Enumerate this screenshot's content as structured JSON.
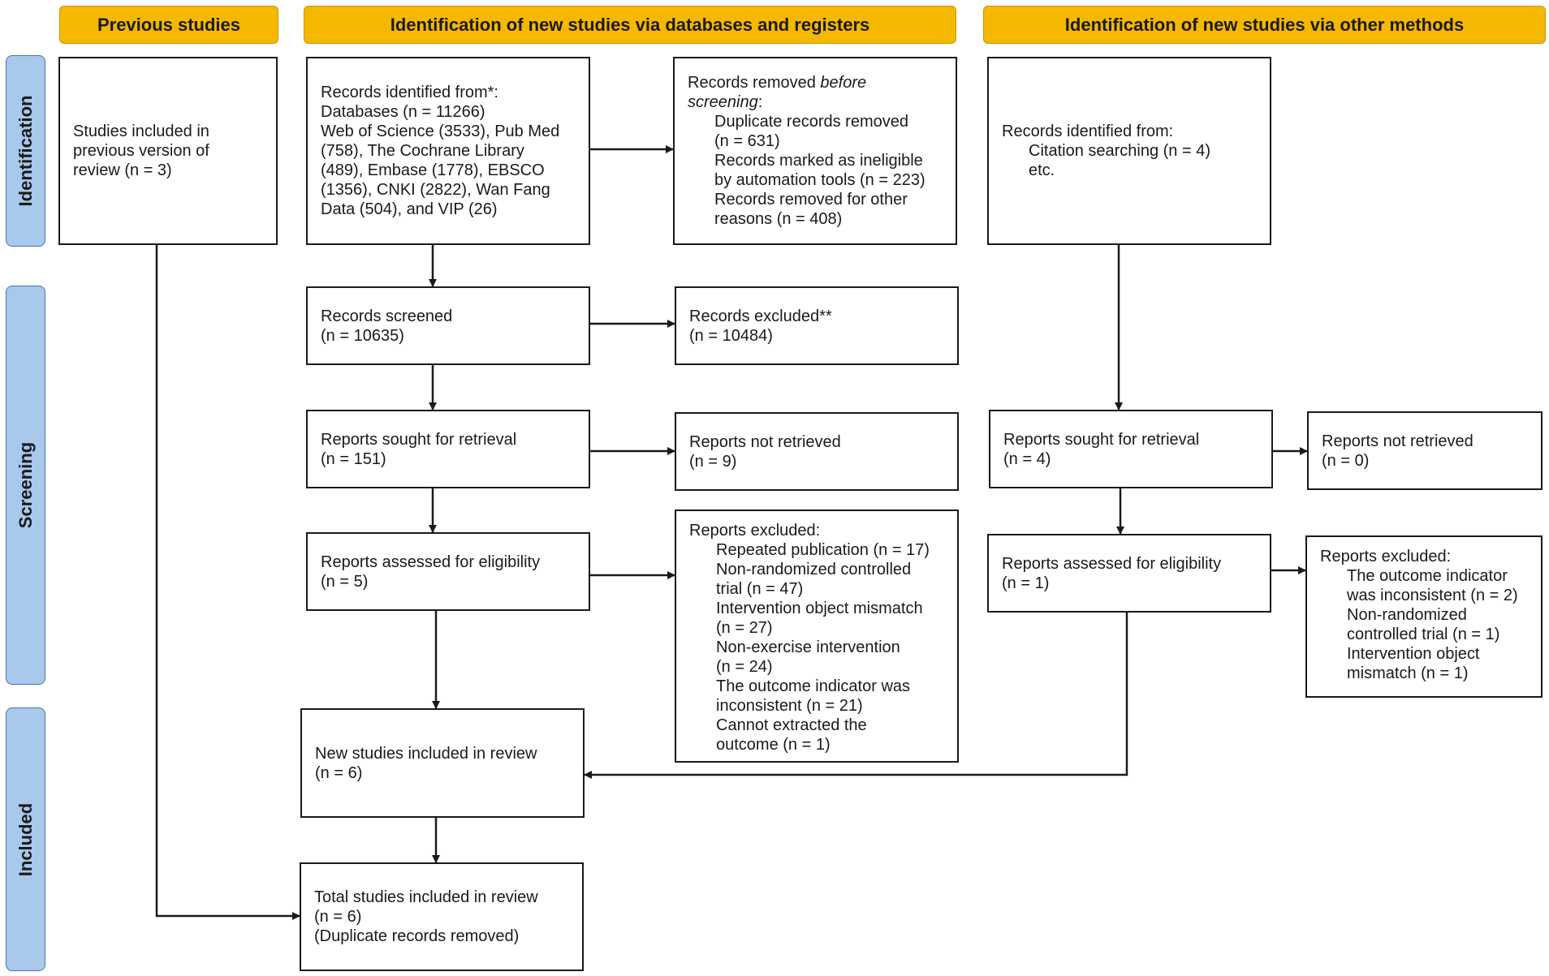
{
  "headers": {
    "previous": "Previous studies",
    "databases": "Identification of new studies via databases and registers",
    "other": "Identification of new studies via other methods"
  },
  "phases": {
    "identification": "Identification",
    "screening": "Screening",
    "included": "Included"
  },
  "previous_box": {
    "lines": [
      "Studies included in",
      "previous version of",
      "review (n = 3)"
    ]
  },
  "db_identified": {
    "lines": [
      "Records identified from*:",
      "Databases (n = 11266)",
      "Web of Science (3533), Pub Med",
      "(758), The Cochrane Library",
      "(489), Embase (1778), EBSCO",
      "(1356), CNKI (2822), Wan Fang",
      "Data (504), and VIP (26)"
    ]
  },
  "db_removed": {
    "title_pre": "Records removed ",
    "title_em": "before",
    "title_em2": "screening",
    "title_post": ":",
    "items": [
      "Duplicate records removed",
      "(n = 631)",
      "Records marked as ineligible",
      "by automation tools (n = 223)",
      "Records removed for other",
      "reasons (n = 408)"
    ]
  },
  "db_screened": {
    "lines": [
      "Records screened",
      "(n = 10635)"
    ]
  },
  "db_excluded": {
    "lines": [
      "Records excluded**",
      "(n = 10484)"
    ]
  },
  "db_sought": {
    "lines": [
      "Reports sought for retrieval",
      "(n = 151)"
    ]
  },
  "db_not_retrieved": {
    "lines": [
      "Reports not retrieved",
      "(n = 9)"
    ]
  },
  "db_assessed": {
    "lines": [
      "Reports assessed for eligibility",
      "(n = 5)"
    ]
  },
  "db_reports_excluded": {
    "title": "Reports excluded:",
    "items": [
      "Repeated publication (n = 17)",
      "Non-randomized controlled",
      "trial (n = 47)",
      "Intervention object mismatch",
      "(n = 27)",
      "Non-exercise intervention",
      "(n = 24)",
      "The outcome indicator was",
      "inconsistent (n = 21)",
      "Cannot extracted the",
      "outcome (n = 1)"
    ]
  },
  "new_included": {
    "lines": [
      "New studies included in review",
      "(n = 6)"
    ]
  },
  "total_included": {
    "lines": [
      "Total studies included in review",
      "(n = 6)",
      "(Duplicate records removed)"
    ]
  },
  "other_identified": {
    "title": "Records identified from:",
    "items": [
      "Citation searching (n = 4)",
      "etc."
    ]
  },
  "other_sought": {
    "lines": [
      "Reports sought for retrieval",
      "(n = 4)"
    ]
  },
  "other_not_retrieved": {
    "lines": [
      "Reports not retrieved",
      "(n = 0)"
    ]
  },
  "other_assessed": {
    "lines": [
      "Reports assessed for eligibility",
      "(n = 1)"
    ]
  },
  "other_reports_excluded": {
    "title": "Reports excluded:",
    "items": [
      "The outcome indicator",
      "was inconsistent (n = 2)",
      "Non-randomized",
      "controlled trial (n = 1)",
      "Intervention object",
      "mismatch (n = 1)"
    ]
  },
  "colors": {
    "header_fill": "#f5b800",
    "phase_fill": "#a8c8ec",
    "box_border": "#1a1a1a"
  }
}
